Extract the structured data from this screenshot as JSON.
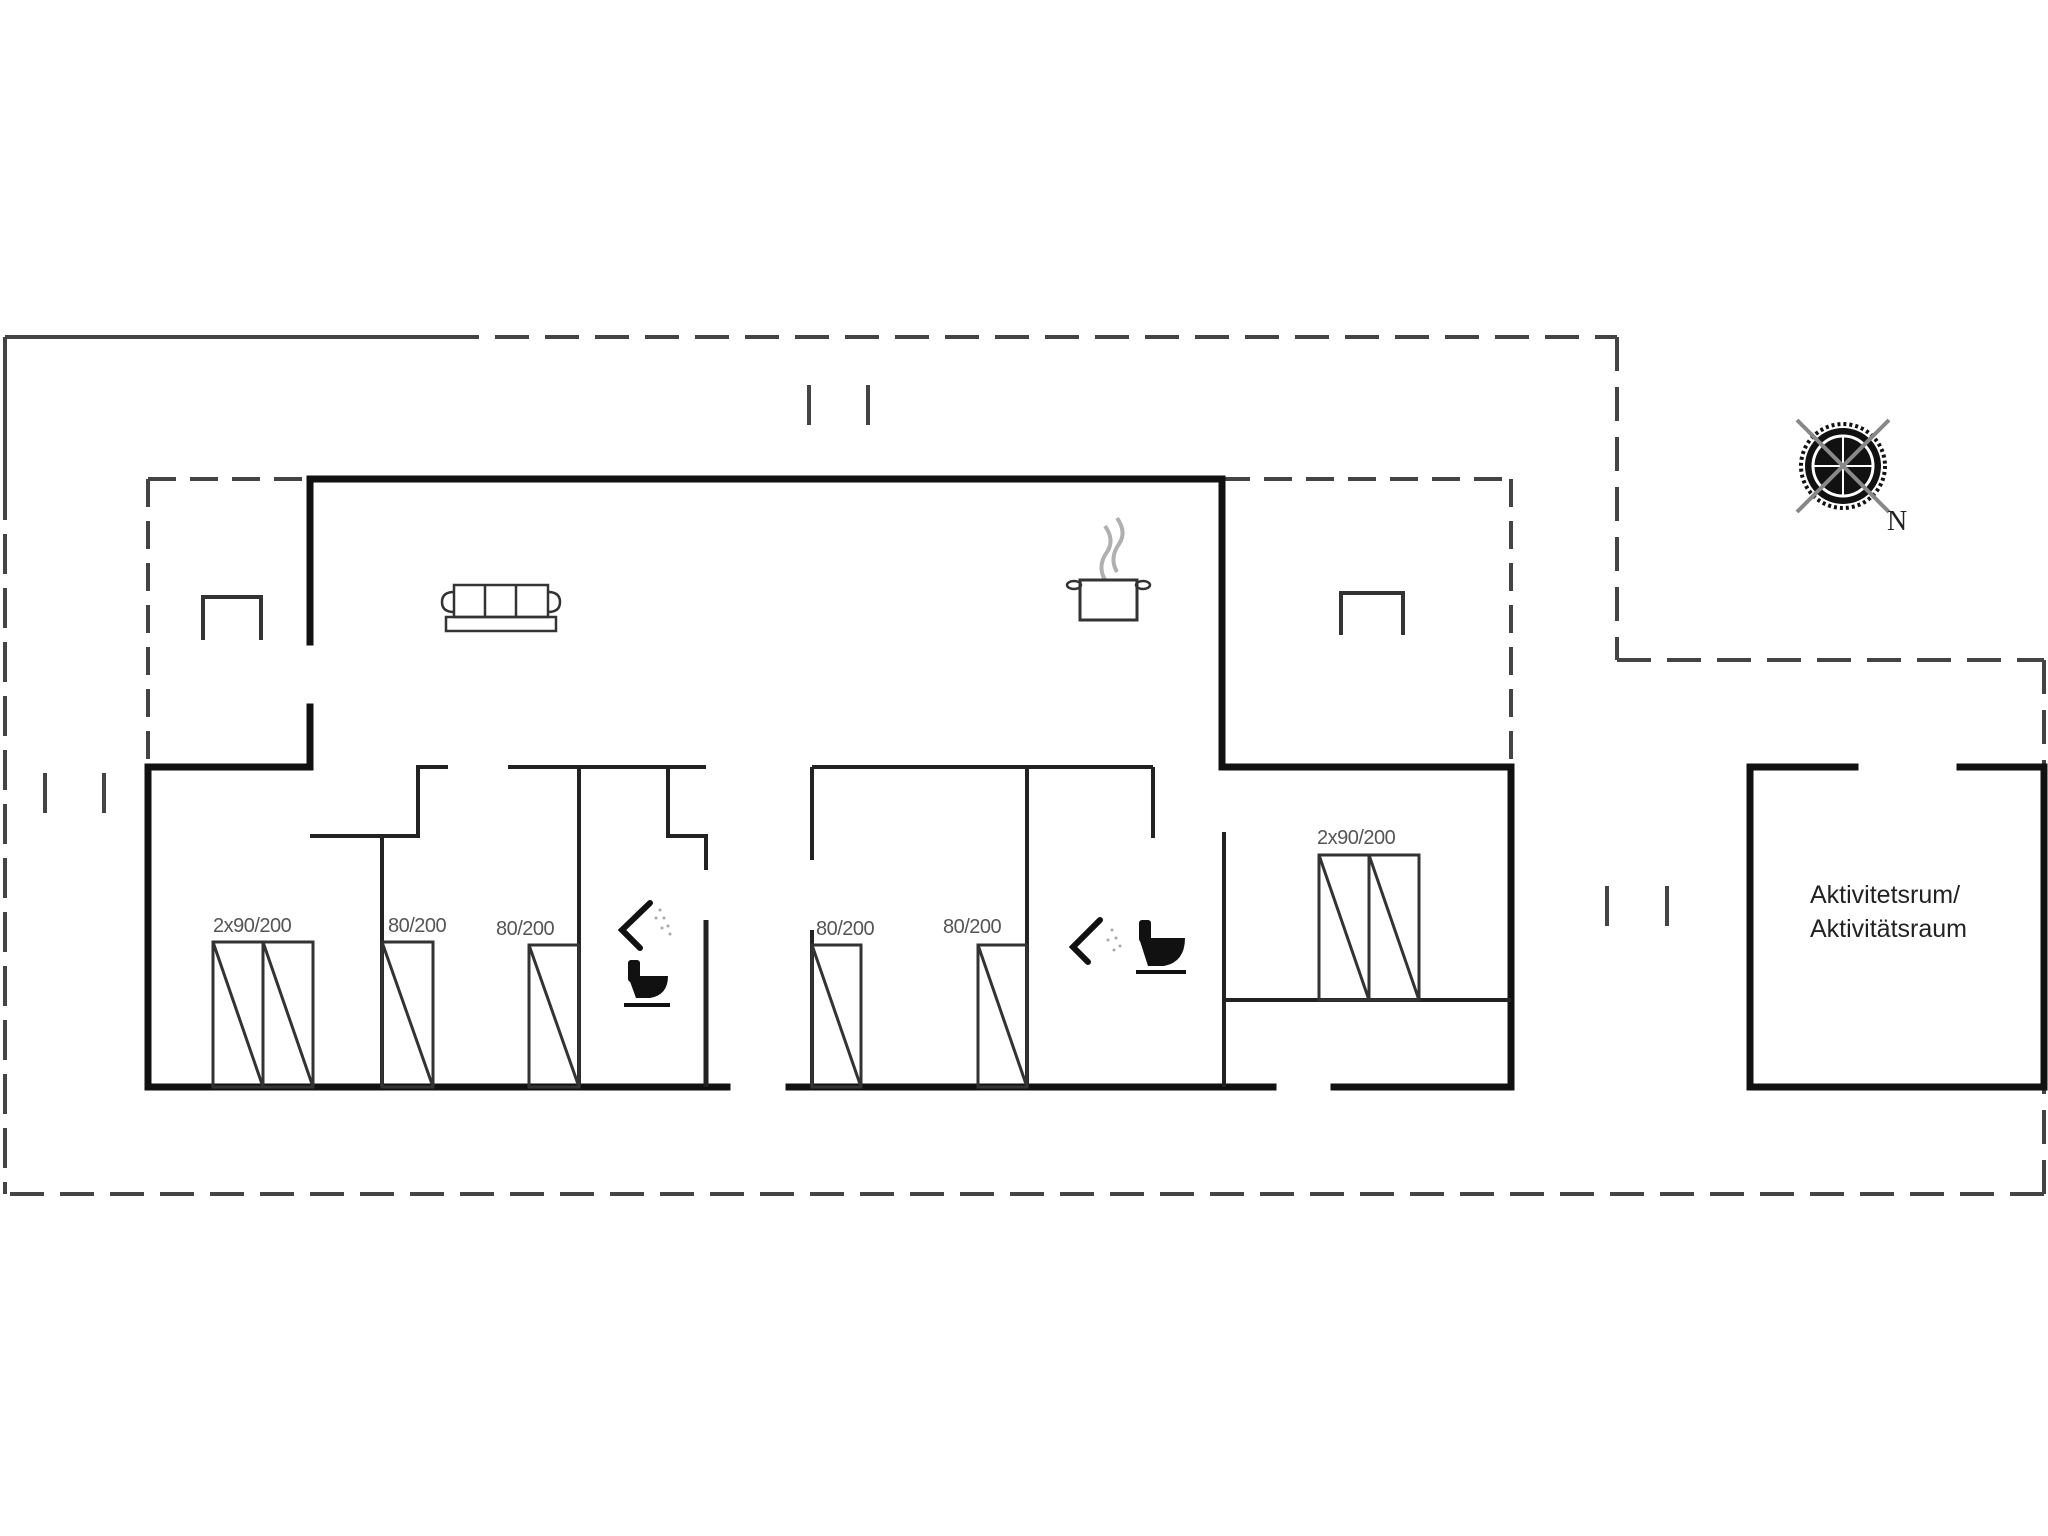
{
  "floorplan": {
    "colors": {
      "wall": "#111111",
      "dashed": "#444444",
      "furniture": "#333333",
      "steam": "#b0b0b0",
      "background": "#ffffff"
    },
    "beds": [
      {
        "label": "2x90/200",
        "room": "bedroom-1"
      },
      {
        "label": "80/200",
        "room": "bedroom-2"
      },
      {
        "label": "80/200",
        "room": "bedroom-3"
      },
      {
        "label": "80/200",
        "room": "bedroom-4"
      },
      {
        "label": "80/200",
        "room": "bedroom-5"
      },
      {
        "label": "2x90/200",
        "room": "bedroom-6"
      }
    ],
    "rooms": {
      "activity_room": {
        "line1": "Aktivitetsrum/",
        "line2": "Aktivitätsraum"
      }
    },
    "icons": {
      "sofa": "sofa-icon",
      "kitchen": "cooking-pot-icon",
      "bathroom_1": [
        "shower-icon",
        "toilet-icon"
      ],
      "bathroom_2": [
        "shower-icon",
        "toilet-icon"
      ],
      "compass": "compass-rose-icon",
      "chairs": [
        "chair-icon",
        "chair-icon"
      ]
    },
    "compass": {
      "north_label": "N"
    }
  }
}
